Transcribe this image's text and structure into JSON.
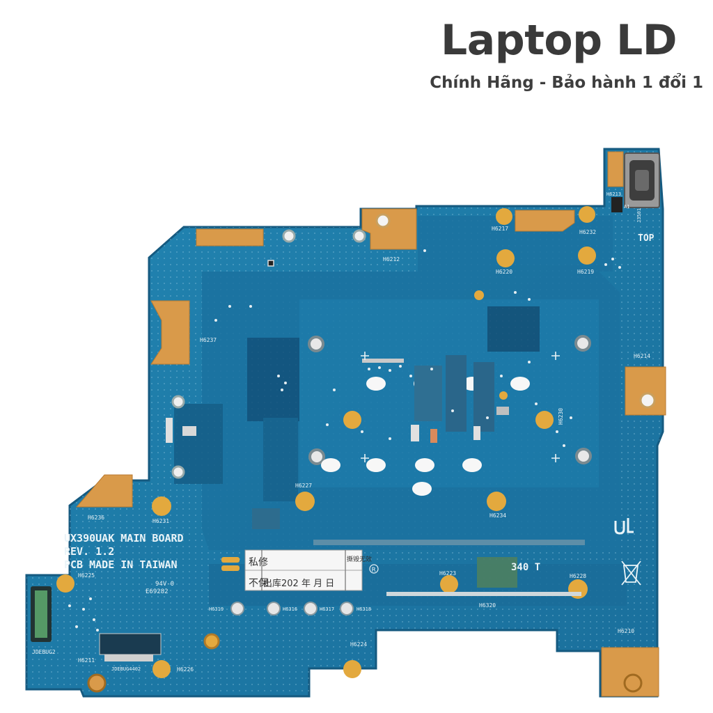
{
  "brand": {
    "title": "Laptop LD",
    "subtitle": "Chính Hãng - Bảo hành 1 đổi 1"
  },
  "board": {
    "model": "UX390UAK MAIN BOARD",
    "revision": "REV. 1.2",
    "origin": "PCB MADE IN TAIWAN",
    "top_marker": "TOP",
    "cert": "E69282",
    "rating": "94V-0",
    "sticker": {
      "row1_left": "私修",
      "row1_mid": "出库202  年  月  日",
      "row1_right": "撕毁无效",
      "row2_left": "不保"
    },
    "labels": {
      "h6212": "H6212",
      "h6217": "H6217",
      "h6232": "H6232",
      "h6220": "H6220",
      "h6219": "H6219",
      "h6213": "H6213",
      "h6237": "H6237",
      "h6214": "H6214",
      "h6230": "H6230",
      "h6227": "H6227",
      "h6234": "H6234",
      "h6236": "H6236",
      "h6231": "H6231",
      "h6225": "H6225",
      "h6223": "H6223",
      "h6228": "H6228",
      "h6319": "H6319",
      "h6316": "H6316",
      "h6317": "H6317",
      "h6318": "H6318",
      "h6320": "H6320",
      "h6224": "H6224",
      "h6210": "H6210",
      "h6211": "H6211",
      "h6226": "H6226",
      "jdebug2": "JDEBUG2",
      "jdebug4402": "JDEBUG4402",
      "j3501": "J3501",
      "a1": "A1",
      "mark_340t": "340 T"
    }
  },
  "colors": {
    "pcb": "#1f7ca8",
    "pcb_dark": "#17628c",
    "pcb_light": "#2a8fbc",
    "copper": "#d99a4a",
    "pad_gold": "#e3a93e",
    "brand_text": "#3a3a3a"
  }
}
